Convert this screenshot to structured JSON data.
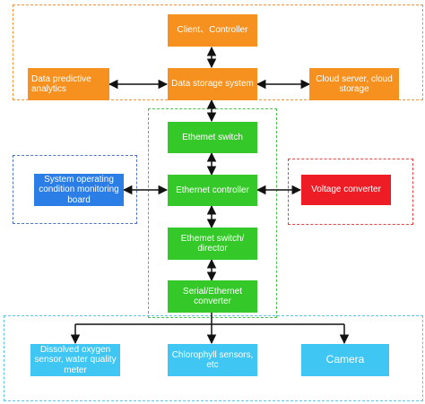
{
  "nodes": {
    "client_controller": "Client、Controller",
    "data_predictive_analytics": "Data predictive analytics",
    "data_storage_system": "Data storage system",
    "cloud_server_storage": "Cloud server, cloud storage",
    "ethernet_switch": "Ethemet switch",
    "ethernet_controller": "Ethernet controller",
    "ethernet_switch_director": "Ethemet switch/ director",
    "serial_ethernet_converter": "Serial/Ethernet converter",
    "system_operating_monitoring": "System operating condition monitoring board",
    "voltage_converter": "Voltage converter",
    "dissolved_oxygen_sensor": "Dissolved oxygen sensor, water quality meter",
    "chlorophyll_sensors": "Chlorophyll sensors, etc",
    "camera": "Camera"
  },
  "colors": {
    "orange": "#f6901e",
    "green": "#34c928",
    "blue": "#2a7ee5",
    "red": "#ee1c24",
    "cyan": "#3fc6f2",
    "group_orange": "#f0923a",
    "group_green": "#49c14a",
    "group_blue": "#4f72c4",
    "group_red": "#e34343",
    "group_cyan": "#5cc4e8"
  }
}
